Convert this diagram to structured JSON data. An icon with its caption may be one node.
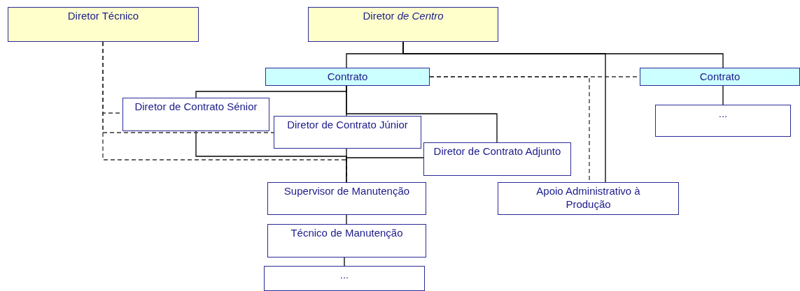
{
  "diagram": {
    "nodes": [
      {
        "text": [
          "Diretor Técnico"
        ]
      },
      {
        "text": [
          "Diretor *de Centro*"
        ]
      },
      {
        "text": [
          "Contrato"
        ]
      },
      {
        "text": [
          "Contrato"
        ]
      },
      {
        "text": [
          "..."
        ]
      },
      {
        "text": [
          "Diretor de Contrato Sénior"
        ]
      },
      {
        "text": [
          "Diretor de Contrato Júnior"
        ]
      },
      {
        "text": [
          "Diretor de Contrato Adjunto"
        ]
      },
      {
        "text": [
          "Supervisor de Manutenção"
        ]
      },
      {
        "text": [
          "Técnico de Manutenção"
        ]
      },
      {
        "text": [
          "..."
        ]
      },
      {
        "text": [
          "Apoio Administrativo à Produção"
        ]
      }
    ],
    "edges": [
      {
        "from": 1,
        "to": 2,
        "arrow": "none"
      },
      {
        "from": 1,
        "to": 3,
        "arrow": "none"
      },
      {
        "from": 1,
        "to": 11,
        "arrow": "none"
      },
      {
        "from": 2,
        "to": 3,
        "arrow": "none",
        "style": "dashed"
      },
      {
        "from": 2,
        "to": 11,
        "arrow": "none",
        "style": "dashed"
      },
      {
        "from": 3,
        "to": 4,
        "arrow": "none"
      },
      {
        "from": 2,
        "to": 5,
        "arrow": "none"
      },
      {
        "from": 2,
        "to": 6,
        "arrow": "none"
      },
      {
        "from": 2,
        "to": 7,
        "arrow": "none"
      },
      {
        "from": 6,
        "to": 8,
        "arrow": "none"
      },
      {
        "from": 5,
        "to": 8,
        "arrow": "none"
      },
      {
        "from": 7,
        "to": 8,
        "arrow": "none"
      },
      {
        "from": 0,
        "to": 5,
        "arrow": "none",
        "style": "dashed"
      },
      {
        "from": 0,
        "to": 6,
        "arrow": "none",
        "style": "dashed"
      },
      {
        "from": 0,
        "to": 8,
        "arrow": "none",
        "style": "dashed"
      },
      {
        "from": 8,
        "to": 9,
        "arrow": "none"
      },
      {
        "from": 9,
        "to": 10,
        "arrow": "none"
      }
    ]
  }
}
